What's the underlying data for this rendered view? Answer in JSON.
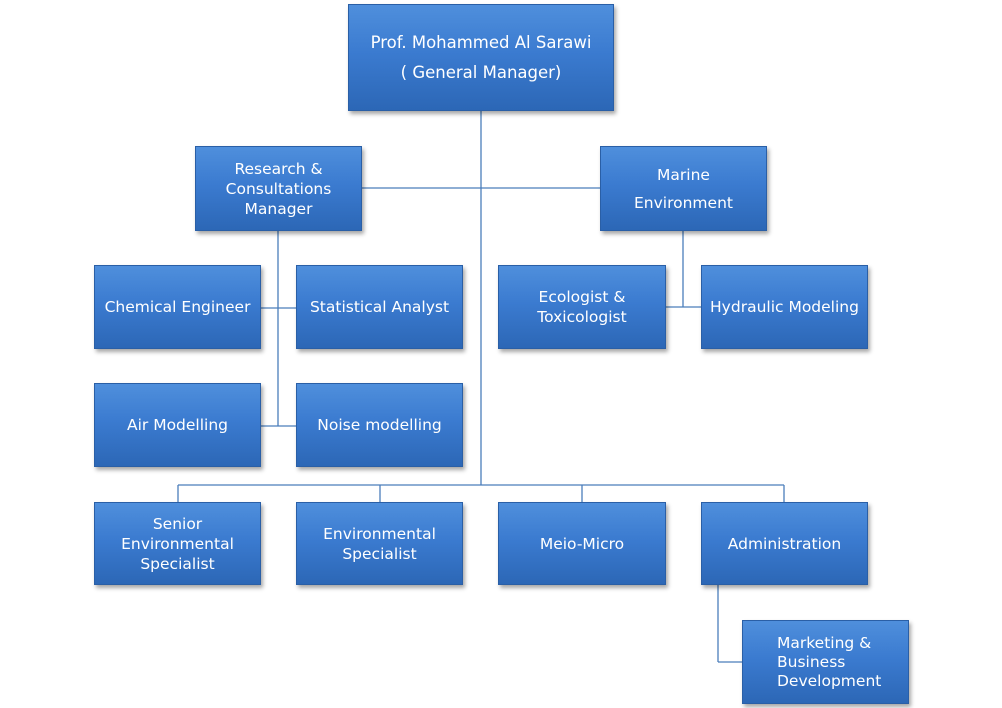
{
  "colors": {
    "box_top": "#4f8fdc",
    "box_bottom": "#2c67b6",
    "connector": "#4a7ebb",
    "text": "#ffffff"
  },
  "org": {
    "general_manager": {
      "name": "Prof. Mohammed Al Sarawi",
      "title": "( General Manager)"
    },
    "research": {
      "lines": [
        "Research &",
        "Consultations",
        "Manager"
      ],
      "staff": {
        "chemical_engineer": "Chemical Engineer",
        "statistical_analyst": "Statistical Analyst",
        "air_modelling": "Air Modelling",
        "noise_modelling": "Noise modelling"
      }
    },
    "marine": {
      "lines": [
        "Marine",
        "Environment"
      ],
      "staff": {
        "ecologist": [
          "Ecologist &",
          "Toxicologist"
        ],
        "hydraulic": "Hydraulic Modeling"
      }
    },
    "bottom_row": {
      "senior": [
        "Senior",
        "Environmental",
        "Specialist"
      ],
      "env_specialist": [
        "Environmental",
        "Specialist"
      ],
      "meio": "Meio-Micro",
      "administration": "Administration"
    },
    "marketing": [
      "Marketing &",
      "Business",
      "Development"
    ]
  }
}
